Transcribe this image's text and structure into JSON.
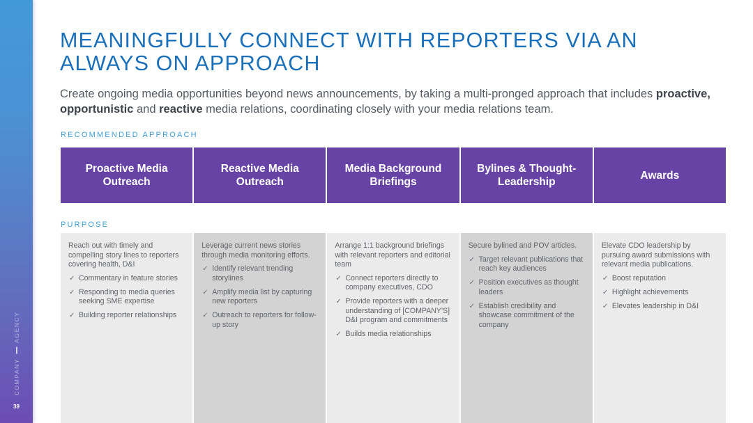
{
  "slide": {
    "title_line1": "MEANINGFULLY CONNECT WITH REPORTERS VIA AN",
    "title_line2": "ALWAYS ON APPROACH",
    "subtitle": {
      "part1": "Create ongoing media opportunities beyond news announcements, by taking a multi-pronged approach that includes ",
      "bold1": "proactive, opportunistic",
      "part2": " and ",
      "bold2": "reactive",
      "part3": " media relations, coordinating closely with your media relations team."
    },
    "recommended_label": "RECOMMENDED APPROACH",
    "purpose_label": "PURPOSE"
  },
  "sidebar": {
    "brand_left": "COMPANY",
    "brand_right": "AGENCY",
    "page_number": "39",
    "gradient_top": "#4399d6",
    "gradient_bottom": "#6c4cb2"
  },
  "colors": {
    "title": "#1a6fba",
    "header_purple": "#6843a6",
    "label_blue": "#3f9fd4",
    "cell_light": "#ebebeb",
    "cell_dark": "#d3d3d3"
  },
  "approaches": [
    {
      "header": "Proactive Media Outreach",
      "intro": "Reach out with timely and compelling story lines to reporters covering health, D&I",
      "bullets": [
        "Commentary in feature stories",
        "Responding to media queries seeking SME expertise",
        "Building reporter relationships"
      ]
    },
    {
      "header": "Reactive Media Outreach",
      "intro": "Leverage current news stories through media monitoring efforts.",
      "bullets": [
        "Identify relevant trending storylines",
        "Amplify media list by capturing new reporters",
        "Outreach to reporters for follow-up story"
      ]
    },
    {
      "header": "Media Background Briefings",
      "intro": "Arrange 1:1 background briefings with relevant reporters and editorial team",
      "bullets": [
        "Connect reporters directly to company executives, CDO",
        "Provide reporters with a deeper understanding of [COMPANY'S] D&I program and commitments",
        "Builds media relationships"
      ]
    },
    {
      "header": "Bylines & Thought-Leadership",
      "intro": "Secure bylined and POV articles.",
      "bullets": [
        "Target relevant publications that reach key audiences",
        "Position executives as thought leaders",
        "Establish credibility and showcase commitment of the company"
      ]
    },
    {
      "header": "Awards",
      "intro": "Elevate CDO leadership by pursuing award submissions with relevant media publications.",
      "bullets": [
        "Boost reputation",
        "Highlight achievements",
        "Elevates leadership in D&I"
      ]
    }
  ],
  "icons": {
    "check": "✓"
  }
}
